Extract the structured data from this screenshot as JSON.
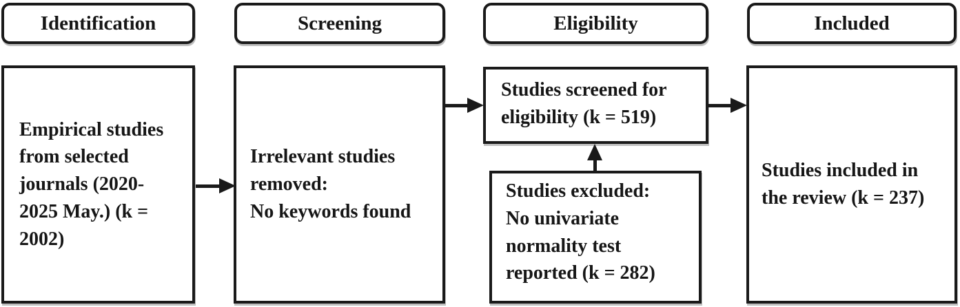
{
  "diagram": {
    "type": "flowchart",
    "style": {
      "line_color": "#1a1a1a",
      "background": "#ffffff",
      "text_color": "#161616"
    },
    "headers": {
      "identification": "Identification",
      "screening": "Screening",
      "eligibility": "Eligibility",
      "included": "Included"
    },
    "nodes": {
      "identification_box": "Empirical studies\nfrom selected\njournals (2020-\n2025 May.) (k =\n2002)",
      "screening_box": "Irrelevant studies\nremoved:\nNo keywords found",
      "eligibility_screened_box": "Studies screened for\neligibility (k = 519)",
      "eligibility_excluded_box": "Studies excluded:\nNo univariate\nnormality test\nreported (k = 282)",
      "included_box": "Studies included in\nthe review (k = 237)"
    },
    "counts": {
      "identified": 2002,
      "screened_for_eligibility": 519,
      "excluded": 282,
      "included": 237
    },
    "flows": [
      {
        "from": "identification_box",
        "to": "screening_box",
        "direction": "right"
      },
      {
        "from": "screening_box",
        "to": "eligibility_screened_box",
        "direction": "right"
      },
      {
        "from": "eligibility_excluded_box",
        "to": "eligibility_screened_box",
        "direction": "up"
      },
      {
        "from": "eligibility_screened_box",
        "to": "included_box",
        "direction": "right"
      }
    ]
  }
}
